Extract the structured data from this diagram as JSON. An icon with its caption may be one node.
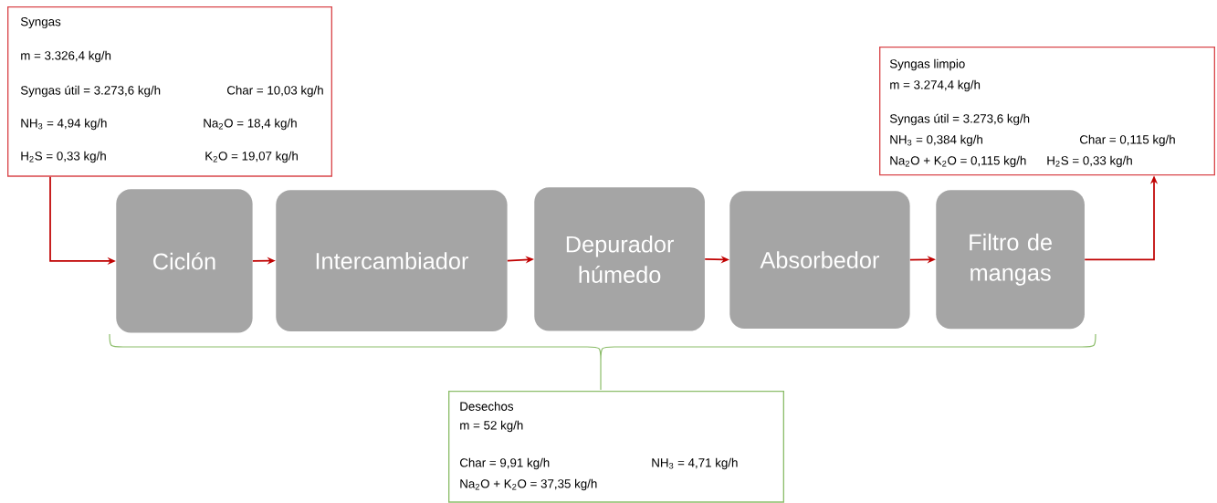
{
  "diagram": {
    "nodes": [
      {
        "text": [
          "Syngas",
          "m = 3.326,4 kg/h",
          "Syngas útil = 3.273,6 kg/h",
          "Char = 10,03 kg/h",
          "NH$_{3}$ = 4,94 kg/h",
          "Na$_{2}$O = 18,4 kg/h",
          "H$_{2}$S = 0,33 kg/h",
          "K$_{2}$O = 19,07 kg/h"
        ]
      },
      {
        "text": [
          "Ciclón"
        ]
      },
      {
        "text": [
          "Intercambiador"
        ]
      },
      {
        "text": [
          "Depurador húmedo"
        ]
      },
      {
        "text": [
          "Absorbedor"
        ]
      },
      {
        "text": [
          "Filtro de mangas"
        ]
      },
      {
        "text": [
          "Syngas limpio",
          "m = 3.274,4 kg/h",
          "Syngas útil = 3.273,6 kg/h",
          "NH$_{3}$ = 0,384 kg/h",
          "Char = 0,115 kg/h",
          "Na$_{2}$O + K$_{2}$O = 0,115 kg/h",
          "H$_{2}$S = 0,33 kg/h"
        ]
      },
      {
        "text": [
          "Desechos",
          "m = 52 kg/h",
          "Char = 9,91 kg/h",
          "NH$_{3}$ = 4,71 kg/h",
          "Na$_{2}$O + K$_{2}$O = 37,35 kg/h"
        ]
      }
    ],
    "edges": [
      {
        "from": 0,
        "to": 1,
        "arrow": "to"
      },
      {
        "from": 1,
        "to": 2,
        "arrow": "to"
      },
      {
        "from": 2,
        "to": 3,
        "arrow": "to"
      },
      {
        "from": 3,
        "to": 4,
        "arrow": "to"
      },
      {
        "from": 4,
        "to": 5,
        "arrow": "to"
      },
      {
        "from": 5,
        "to": 6,
        "arrow": "to"
      }
    ]
  }
}
